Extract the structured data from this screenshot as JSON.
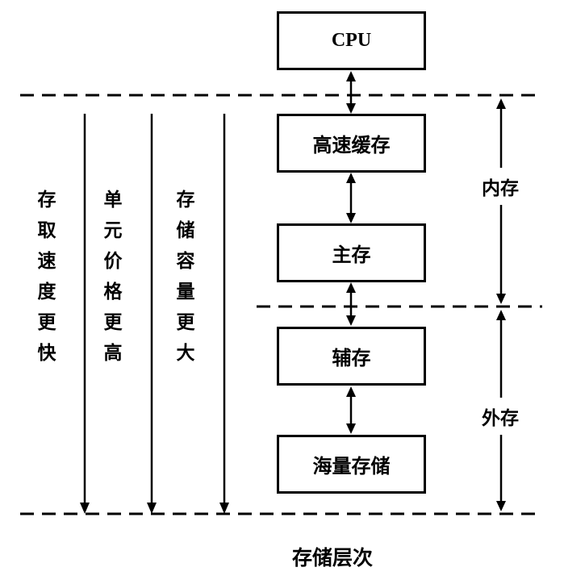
{
  "diagram": {
    "title": "存储层次",
    "boxes": [
      {
        "label": "CPU"
      },
      {
        "label": "高速缓存"
      },
      {
        "label": "主存"
      },
      {
        "label": "辅存"
      },
      {
        "label": "海量存储"
      }
    ],
    "left_axes": [
      {
        "label": "存取速度更快"
      },
      {
        "label": "单元价格更高"
      },
      {
        "label": "存储容量更大"
      }
    ],
    "right_groups": [
      {
        "label": "内存"
      },
      {
        "label": "外存"
      }
    ],
    "colors": {
      "line": "#000000",
      "background": "#ffffff"
    }
  }
}
